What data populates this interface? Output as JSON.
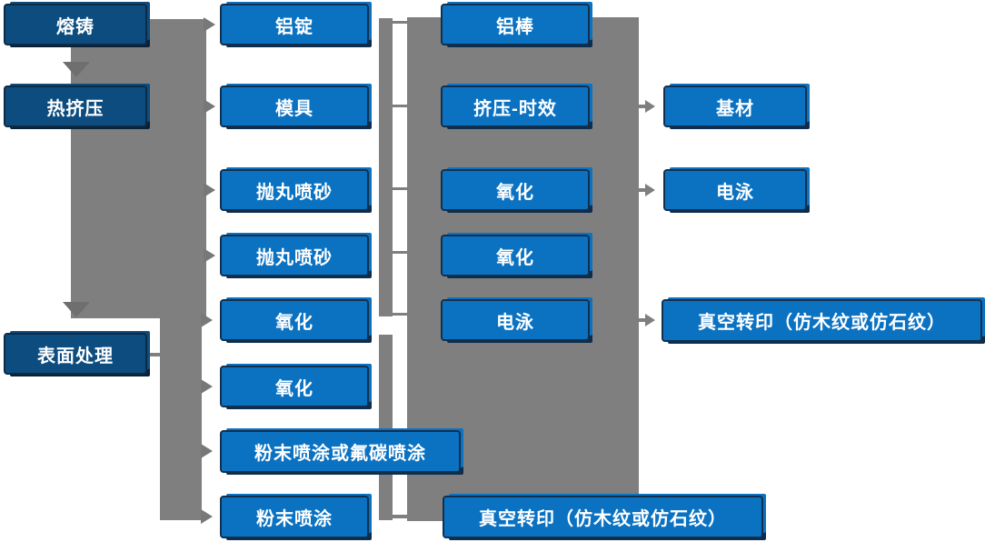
{
  "colors": {
    "node_fill": "#0b72c2",
    "stage_fill": "#0c4c7f",
    "node_border": "#12304e",
    "connector_gray": "#7f7f7f",
    "text": "#ffffff"
  },
  "diagram": {
    "stages": [
      {
        "label": "熔铸"
      },
      {
        "label": "热挤压"
      },
      {
        "label": "表面处理"
      }
    ],
    "col2": [
      {
        "label": "铝锭"
      },
      {
        "label": "模具"
      },
      {
        "label": "抛丸喷砂"
      },
      {
        "label": "抛丸喷砂"
      },
      {
        "label": "氧化"
      },
      {
        "label": "氧化"
      },
      {
        "label": "粉末喷涂或氟碳喷涂"
      },
      {
        "label": "粉末喷涂"
      }
    ],
    "col3": [
      {
        "label": "铝棒"
      },
      {
        "label": "挤压-时效"
      },
      {
        "label": "氧化"
      },
      {
        "label": "氧化"
      },
      {
        "label": "电泳"
      },
      {
        "label": "真空转印（仿木纹或仿石纹）"
      }
    ],
    "col4": [
      {
        "label": "基材"
      },
      {
        "label": "电泳"
      },
      {
        "label": "真空转印（仿木纹或仿石纹）"
      }
    ]
  }
}
